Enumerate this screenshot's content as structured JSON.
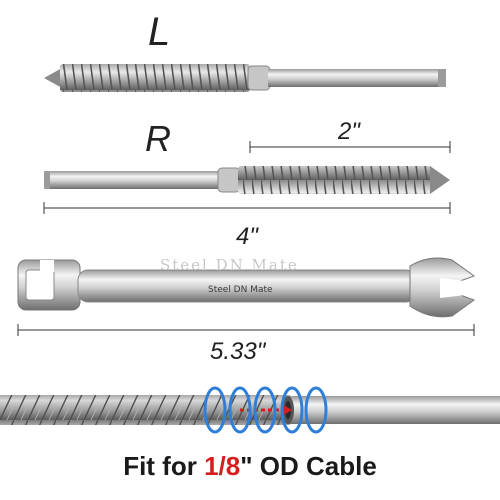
{
  "labels": {
    "left": "L",
    "right": "R",
    "dim_2": "2\"",
    "dim_4": "4\"",
    "dim_533": "5.33\""
  },
  "wrench": {
    "engraving": "Steel DN Mate"
  },
  "watermark": "Steel DN Mate",
  "caption": {
    "prefix": "Fit for ",
    "size": "1/8",
    "suffix": "\" OD Cable"
  },
  "colors": {
    "steel_light": "#f2f2f2",
    "steel_dark": "#7a7a7a",
    "highlight": "#d61e1e",
    "ring_blue": "#2f7fd8"
  }
}
